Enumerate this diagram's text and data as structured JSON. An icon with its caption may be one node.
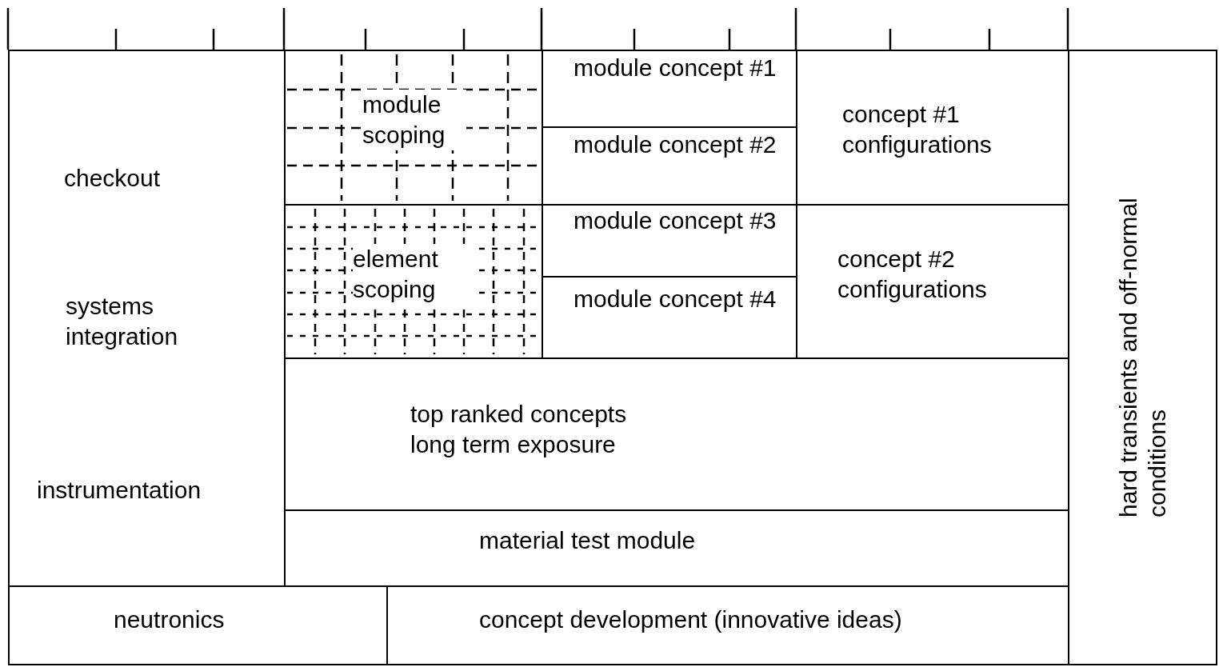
{
  "diagram": {
    "nodes": [
      {
        "text": [
          "checkout",
          "systems integration",
          "instrumentation"
        ]
      },
      {
        "text": [
          "module scoping"
        ]
      },
      {
        "text": [
          "module concept #1"
        ]
      },
      {
        "text": [
          "module concept #2"
        ]
      },
      {
        "text": [
          "concept #1 configurations"
        ]
      },
      {
        "text": [
          "hard transients and off-normal conditions"
        ]
      },
      {
        "text": [
          "element scoping"
        ]
      },
      {
        "text": [
          "module concept #3"
        ]
      },
      {
        "text": [
          "module concept #4"
        ]
      },
      {
        "text": [
          "concept #2 configurations"
        ]
      },
      {
        "text": [
          "top ranked concepts",
          "long term exposure"
        ]
      },
      {
        "text": [
          "material test module"
        ]
      },
      {
        "text": [
          "neutronics"
        ]
      },
      {
        "text": [
          "concept development (innovative ideas)"
        ]
      }
    ]
  }
}
